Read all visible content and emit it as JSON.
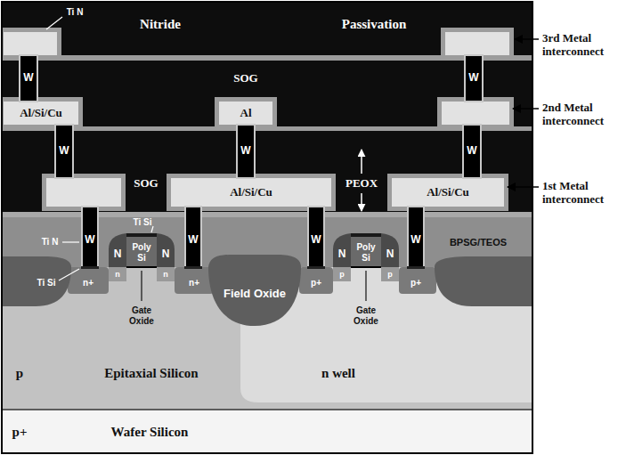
{
  "diagram": {
    "labels": [
      "Ti N",
      "Nitride",
      "Passivation",
      "3rd Metal interconnect",
      "W",
      "W",
      "SOG",
      "Al/Si/Cu",
      "Al",
      "2nd Metal interconnect",
      "W",
      "W",
      "W",
      "SOG",
      "Al/Si/Cu",
      "PEOX",
      "Al/Si/Cu",
      "1st Metal interconnect",
      "Ti Si",
      "Ti N",
      "W",
      "N",
      "Poly Si",
      "N",
      "W",
      "W",
      "N",
      "Poly Si",
      "N",
      "W",
      "BPSG/TEOS",
      "Ti Si",
      "n+",
      "n",
      "n",
      "n+",
      "p+",
      "p",
      "p",
      "p+",
      "Field Oxide",
      "Gate Oxide",
      "Gate Oxide",
      "n well",
      "p",
      "Epitaxial Silicon",
      "p+",
      "Wafer Silicon"
    ]
  }
}
